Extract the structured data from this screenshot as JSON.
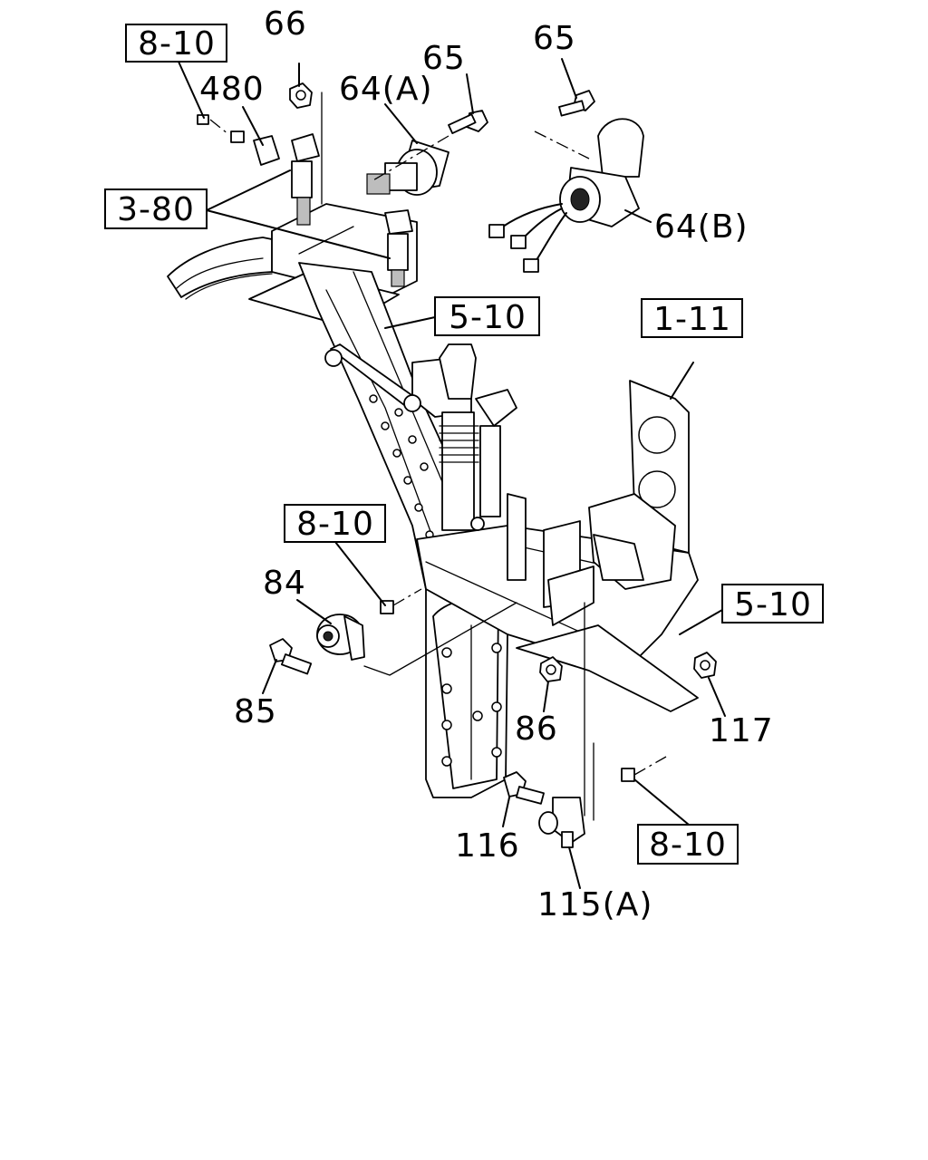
{
  "callouts": {
    "ref_8_10_top": "8-10",
    "ref_3_80": "3-80",
    "ref_5_10_upper": "5-10",
    "ref_1_11": "1-11",
    "ref_8_10_mid": "8-10",
    "ref_5_10_lower": "5-10",
    "ref_8_10_bottom": "8-10"
  },
  "parts": {
    "p66": "66",
    "p480": "480",
    "p64a": "64(A)",
    "p65_left": "65",
    "p65_right": "65",
    "p64b": "64(B)",
    "p84": "84",
    "p85": "85",
    "p86": "86",
    "p117": "117",
    "p116": "116",
    "p115a": "115(A)"
  }
}
